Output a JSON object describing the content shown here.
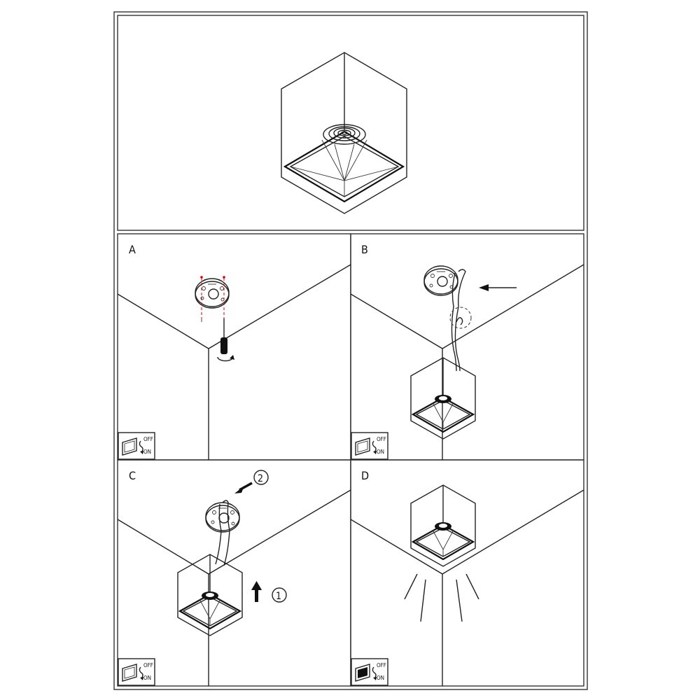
{
  "panels": {
    "a": {
      "label": "A"
    },
    "b": {
      "label": "B"
    },
    "c": {
      "label": "C"
    },
    "d": {
      "label": "D"
    }
  },
  "switch": {
    "off": "OFF",
    "on": "ON"
  },
  "steps": {
    "first": "1",
    "second": "2"
  }
}
